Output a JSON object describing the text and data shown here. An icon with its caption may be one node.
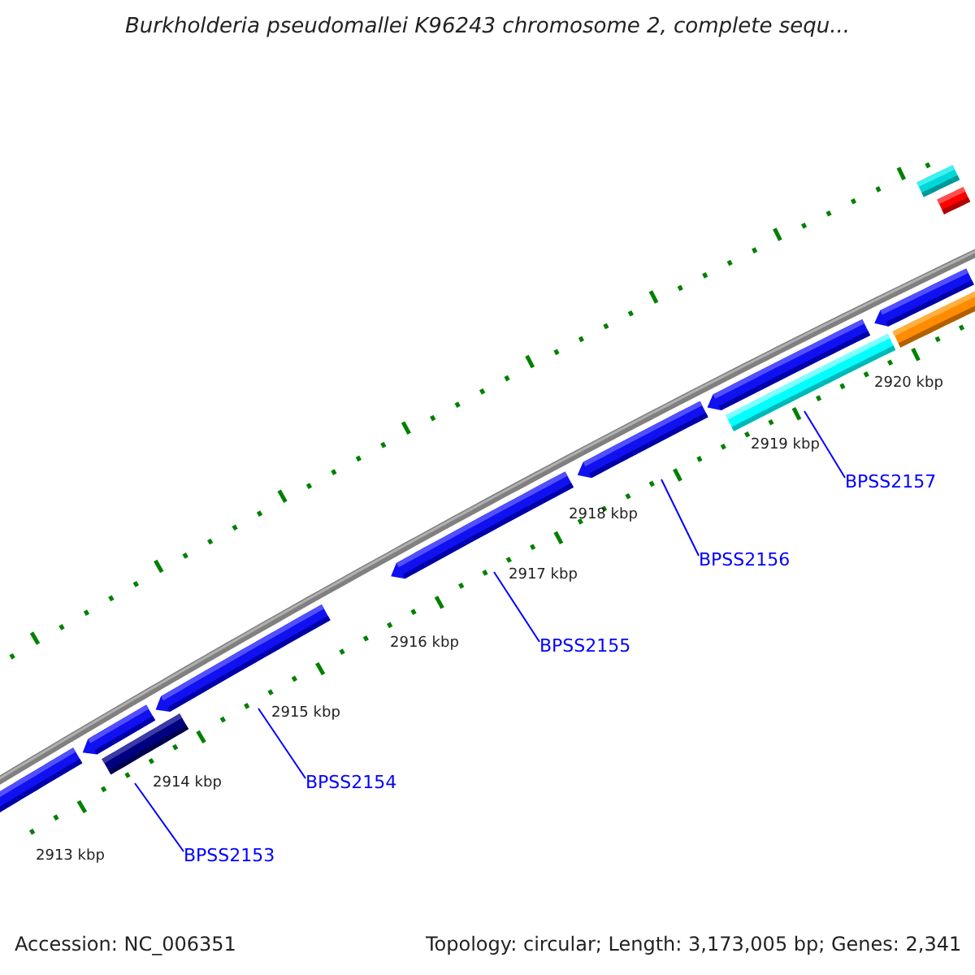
{
  "diagram": {
    "title": "Burkholderia pseudomallei K96243 chromosome 2, complete sequ...",
    "nodes": [
      {
        "text": [
          "BPSS2157"
        ]
      },
      {
        "text": [
          "BPSS2156"
        ]
      },
      {
        "text": [
          "BPSS2155"
        ]
      },
      {
        "text": [
          "BPSS2154"
        ]
      },
      {
        "text": [
          "BPSS2153"
        ]
      }
    ],
    "edges": [
      {
        "from": 0,
        "to": null,
        "arrow": "none"
      },
      {
        "from": 1,
        "to": null,
        "arrow": "none"
      },
      {
        "from": 2,
        "to": null,
        "arrow": "none"
      },
      {
        "from": 3,
        "to": null,
        "arrow": "none"
      },
      {
        "from": 4,
        "to": null,
        "arrow": "none"
      }
    ],
    "labels": [
      "2920 kbp",
      "2919 kbp",
      "2918 kbp",
      "2917 kbp",
      "2916 kbp",
      "2915 kbp",
      "2914 kbp",
      "2913 kbp",
      "Accession: NC_006351",
      "Topology: circular; Length: 3,173,005 bp; Genes: 2,341"
    ]
  }
}
